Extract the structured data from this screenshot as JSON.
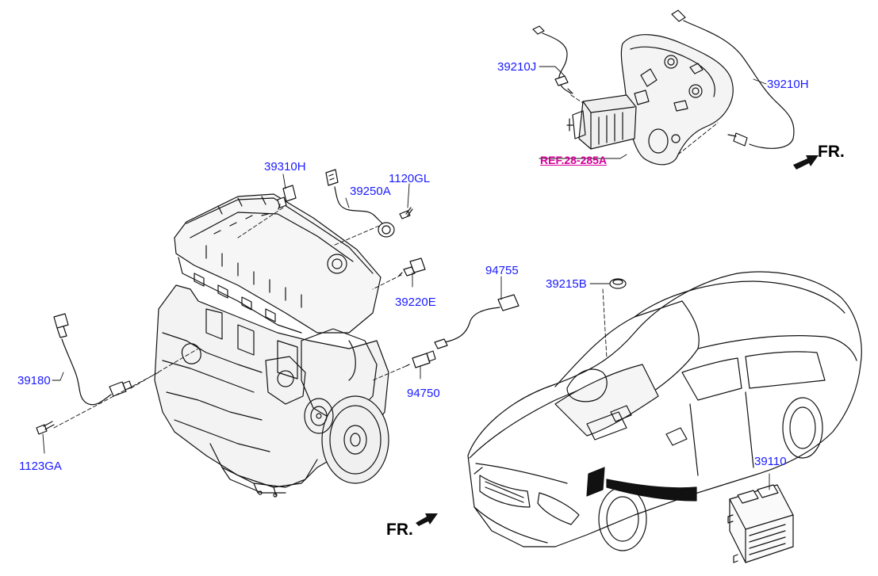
{
  "colors": {
    "part_label": "#1a1aff",
    "reference_label": "#d6009a",
    "line_art": "#111111"
  },
  "labels": {
    "p39210J": "39210J",
    "p39210H": "39210H",
    "ref28285A": "REF.28-285A",
    "fr_top": "FR.",
    "p39310H": "39310H",
    "p39250A": "39250A",
    "p1120GL": "1120GL",
    "p39220E": "39220E",
    "p94755": "94755",
    "p39215B": "39215B",
    "p94750": "94750",
    "p39180": "39180",
    "p1123GA": "1123GA",
    "p39110": "39110",
    "fr_bottom": "FR."
  }
}
